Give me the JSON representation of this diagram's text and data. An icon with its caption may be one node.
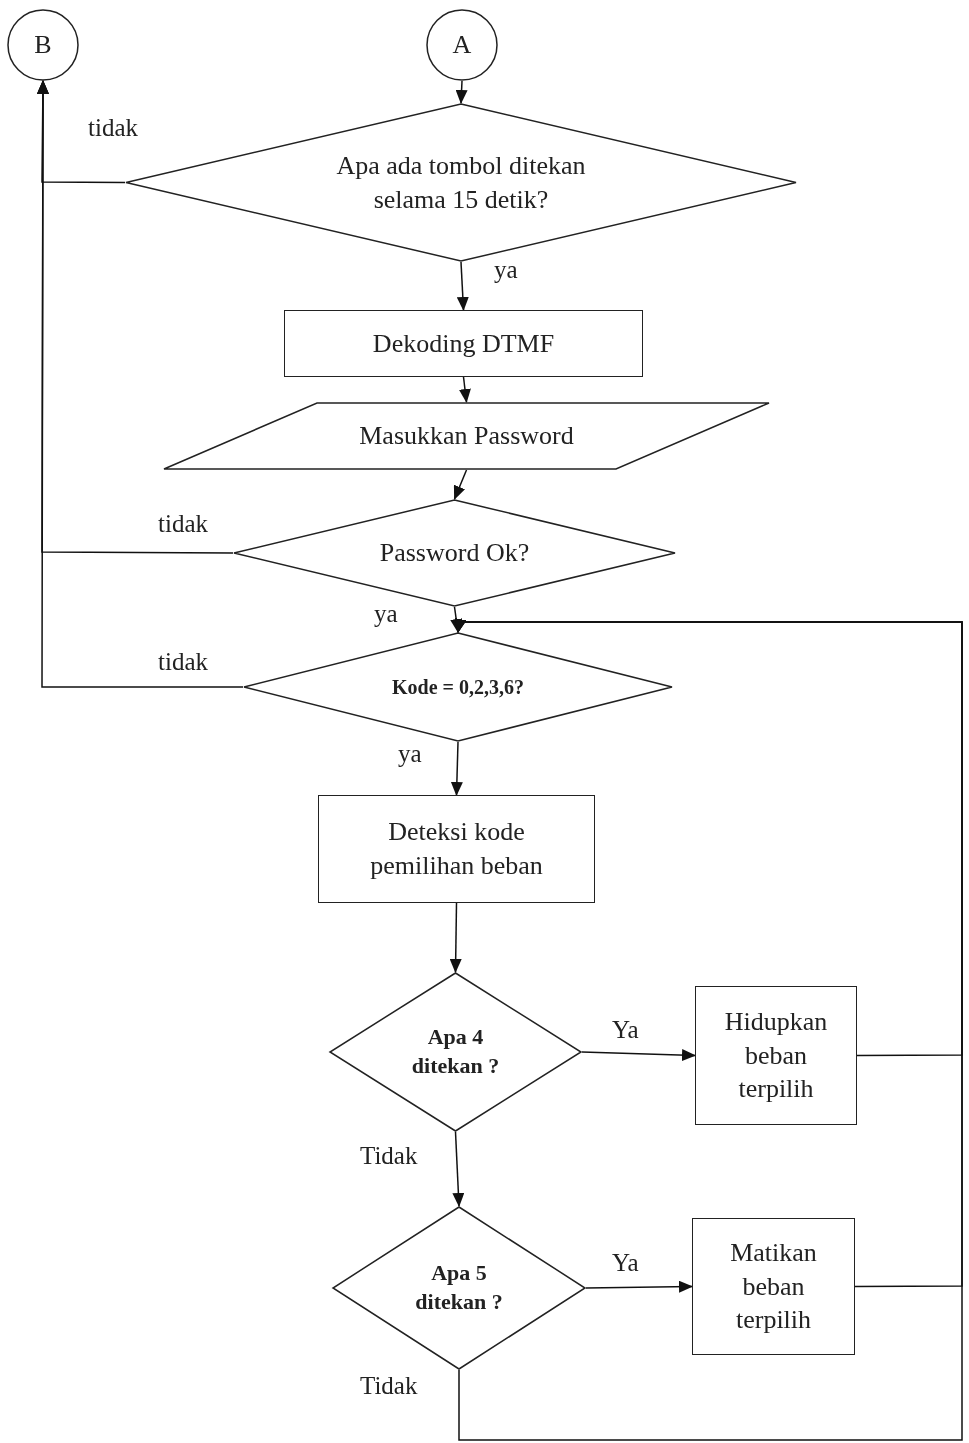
{
  "diagram": {
    "nodes": [
      {
        "text": [
          "B"
        ]
      },
      {
        "text": [
          "A"
        ]
      },
      {
        "text": [
          "Apa ada tombol ditekan selama 15 detik?"
        ]
      },
      {
        "text": [
          "Dekoding DTMF"
        ]
      },
      {
        "text": [
          "Masukkan Password"
        ]
      },
      {
        "text": [
          "Password Ok?"
        ]
      },
      {
        "text": [
          "Kode = 0,2,3,6?"
        ]
      },
      {
        "text": [
          "Deteksi kode pemilihan beban"
        ]
      },
      {
        "text": [
          "Apa 4 ditekan ?"
        ]
      },
      {
        "text": [
          "Hidupkan beban terpilih"
        ]
      },
      {
        "text": [
          "Apa 5 ditekan ?"
        ]
      },
      {
        "text": [
          "Matikan beban terpilih"
        ]
      }
    ],
    "edges": [
      {
        "from": 1,
        "to": 2,
        "arrow": "to"
      },
      {
        "from": 2,
        "to": 3,
        "arrow": "to",
        "label": "ya"
      },
      {
        "from": 3,
        "to": 4,
        "arrow": "to"
      },
      {
        "from": 4,
        "to": 5,
        "arrow": "to"
      },
      {
        "from": 5,
        "to": 6,
        "arrow": "to",
        "label": "ya"
      },
      {
        "from": 6,
        "to": 7,
        "arrow": "to",
        "label": "ya"
      },
      {
        "from": 7,
        "to": 8,
        "arrow": "to"
      },
      {
        "from": 8,
        "to": 9,
        "arrow": "to",
        "label": "Ya"
      },
      {
        "from": 8,
        "to": 10,
        "arrow": "to",
        "label": "Tidak"
      },
      {
        "from": 10,
        "to": 11,
        "arrow": "to",
        "label": "Ya"
      },
      {
        "from": 2,
        "to": 0,
        "arrow": "to",
        "label": "tidak"
      },
      {
        "from": 5,
        "to": 0,
        "arrow": "to",
        "label": "tidak"
      },
      {
        "from": 6,
        "to": 0,
        "arrow": "to",
        "label": "tidak"
      },
      {
        "from": 9,
        "to": 6,
        "arrow": "to"
      },
      {
        "from": 11,
        "to": 6,
        "arrow": "to"
      },
      {
        "from": 10,
        "to": 6,
        "arrow": "to",
        "label": "Tidak"
      }
    ]
  }
}
